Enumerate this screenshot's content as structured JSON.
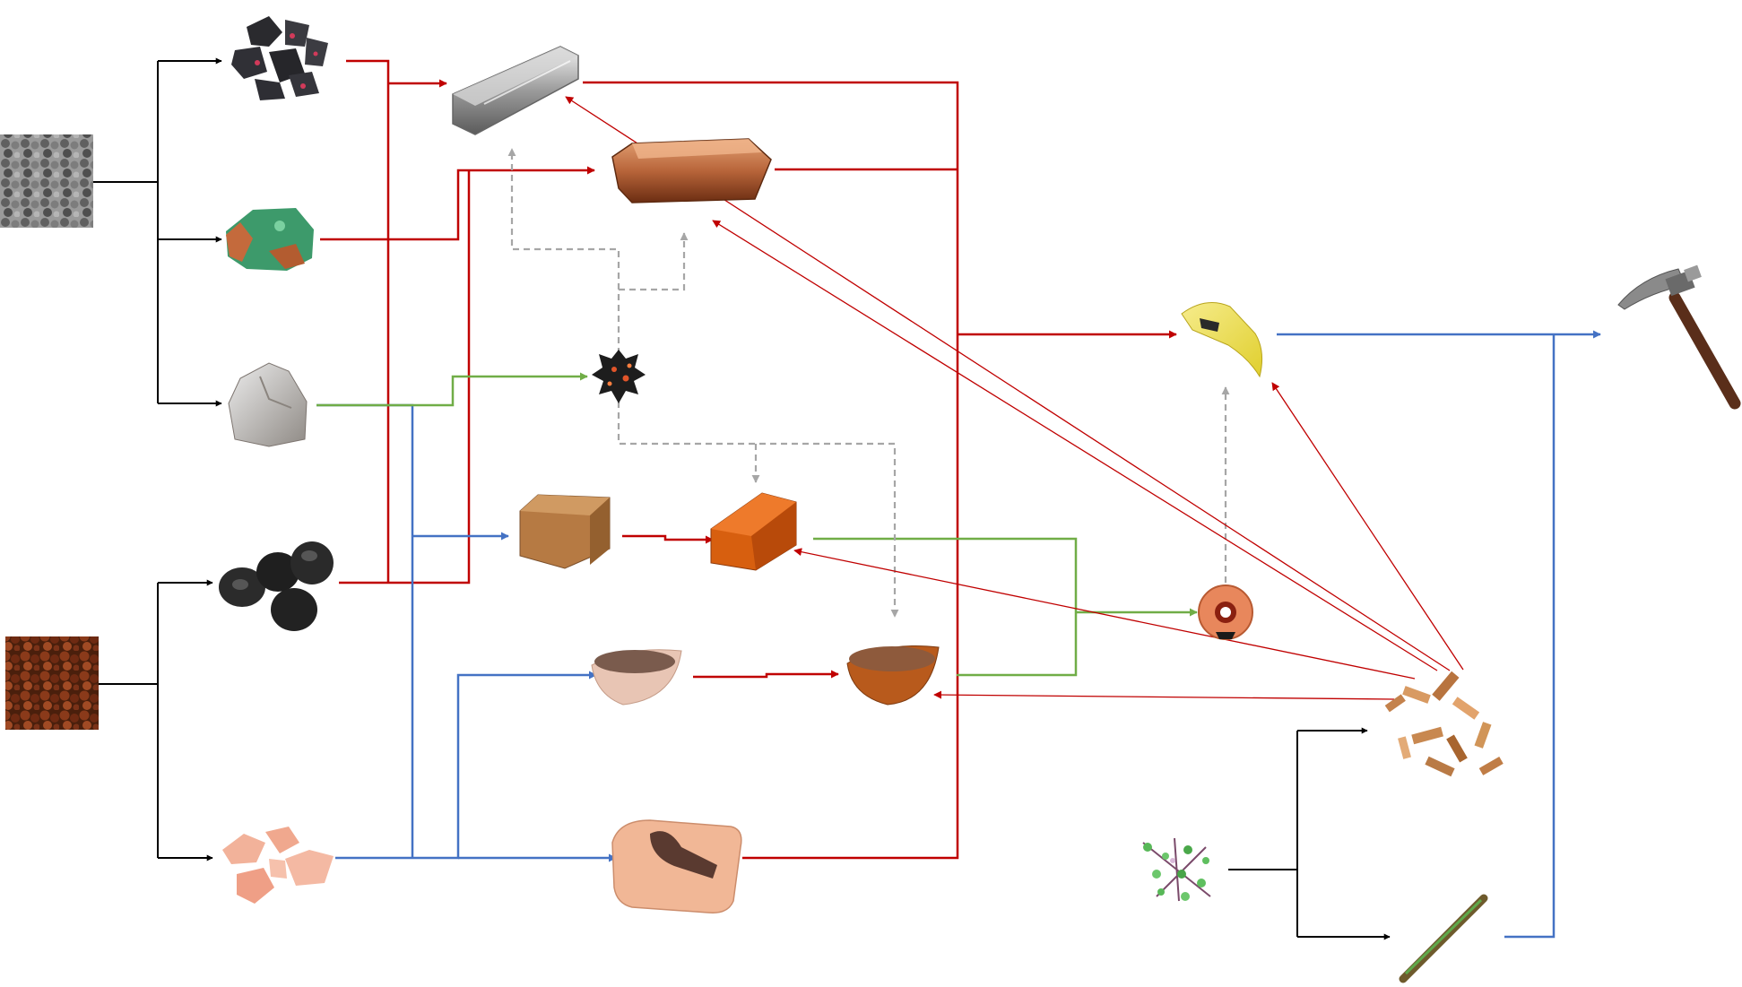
{
  "colors": {
    "background": "#ffffff",
    "black": "#000000",
    "red": "#c00000",
    "blue": "#4472c4",
    "green": "#70ad47",
    "gray": "#a6a6a6"
  },
  "nodes": [
    {
      "id": "stone-block",
      "icon": "gravel-block-icon"
    },
    {
      "id": "dirt-block",
      "icon": "dirt-block-icon"
    },
    {
      "id": "raw-ore",
      "icon": "dark-ore-chunks-icon"
    },
    {
      "id": "malachite",
      "icon": "green-copper-ore-icon"
    },
    {
      "id": "rock",
      "icon": "gray-rock-icon"
    },
    {
      "id": "coal",
      "icon": "coal-lumps-icon"
    },
    {
      "id": "clay-chunks",
      "icon": "clay-pieces-icon"
    },
    {
      "id": "metal-ingot",
      "icon": "silver-ingot-icon"
    },
    {
      "id": "copper-ingot",
      "icon": "copper-ingot-icon"
    },
    {
      "id": "ember",
      "icon": "burning-ember-icon"
    },
    {
      "id": "raw-brick",
      "icon": "raw-brick-icon"
    },
    {
      "id": "fired-brick",
      "icon": "fired-brick-icon"
    },
    {
      "id": "raw-bowl",
      "icon": "raw-clay-bowl-icon"
    },
    {
      "id": "fired-bowl",
      "icon": "fired-clay-bowl-icon"
    },
    {
      "id": "tool-mold",
      "icon": "clay-mold-icon"
    },
    {
      "id": "pick-head",
      "icon": "yellow-pickaxe-head-icon"
    },
    {
      "id": "bloom",
      "icon": "clay-furnace-icon"
    },
    {
      "id": "firewood",
      "icon": "firewood-pile-icon"
    },
    {
      "id": "plant-fiber",
      "icon": "leafy-plant-icon"
    },
    {
      "id": "stick",
      "icon": "wooden-stick-icon"
    },
    {
      "id": "pickaxe",
      "icon": "pickaxe-icon"
    }
  ],
  "edges": [
    {
      "from": "stone-block",
      "to": "raw-ore",
      "style": "black"
    },
    {
      "from": "stone-block",
      "to": "malachite",
      "style": "black"
    },
    {
      "from": "stone-block",
      "to": "rock",
      "style": "black"
    },
    {
      "from": "dirt-block",
      "to": "coal",
      "style": "black"
    },
    {
      "from": "dirt-block",
      "to": "clay-chunks",
      "style": "black"
    },
    {
      "from": "raw-ore",
      "to": "metal-ingot",
      "style": "red"
    },
    {
      "from": "coal",
      "to": "metal-ingot",
      "style": "red"
    },
    {
      "from": "malachite",
      "to": "copper-ingot",
      "style": "red"
    },
    {
      "from": "coal",
      "to": "copper-ingot",
      "style": "red"
    },
    {
      "from": "rock",
      "to": "ember",
      "style": "green"
    },
    {
      "from": "rock",
      "to": "raw-brick",
      "style": "blue"
    },
    {
      "from": "clay-chunks",
      "to": "raw-brick",
      "style": "blue"
    },
    {
      "from": "clay-chunks",
      "to": "raw-bowl",
      "style": "blue"
    },
    {
      "from": "clay-chunks",
      "to": "tool-mold",
      "style": "blue"
    },
    {
      "from": "raw-brick",
      "to": "fired-brick",
      "style": "red"
    },
    {
      "from": "raw-bowl",
      "to": "fired-bowl",
      "style": "red"
    },
    {
      "from": "fired-brick",
      "to": "bloom",
      "style": "green"
    },
    {
      "from": "fired-bowl",
      "to": "bloom",
      "style": "green"
    },
    {
      "from": "metal-ingot",
      "to": "pick-head",
      "style": "red"
    },
    {
      "from": "copper-ingot",
      "to": "pick-head",
      "style": "red"
    },
    {
      "from": "tool-mold",
      "to": "pick-head",
      "style": "red"
    },
    {
      "from": "ember",
      "to": "metal-ingot",
      "style": "gray-dashed"
    },
    {
      "from": "ember",
      "to": "copper-ingot",
      "style": "gray-dashed"
    },
    {
      "from": "ember",
      "to": "fired-brick",
      "style": "gray-dashed"
    },
    {
      "from": "ember",
      "to": "fired-bowl",
      "style": "gray-dashed"
    },
    {
      "from": "bloom",
      "to": "pick-head",
      "style": "gray-dashed"
    },
    {
      "from": "firewood",
      "to": "metal-ingot",
      "style": "red-thin"
    },
    {
      "from": "firewood",
      "to": "copper-ingot",
      "style": "red-thin"
    },
    {
      "from": "firewood",
      "to": "fired-brick",
      "style": "red-thin"
    },
    {
      "from": "firewood",
      "to": "fired-bowl",
      "style": "red-thin"
    },
    {
      "from": "firewood",
      "to": "pick-head",
      "style": "red-thin"
    },
    {
      "from": "plant-fiber",
      "to": "firewood",
      "style": "black"
    },
    {
      "from": "plant-fiber",
      "to": "stick",
      "style": "black"
    },
    {
      "from": "pick-head",
      "to": "pickaxe",
      "style": "blue"
    },
    {
      "from": "stick",
      "to": "pickaxe",
      "style": "blue"
    }
  ]
}
